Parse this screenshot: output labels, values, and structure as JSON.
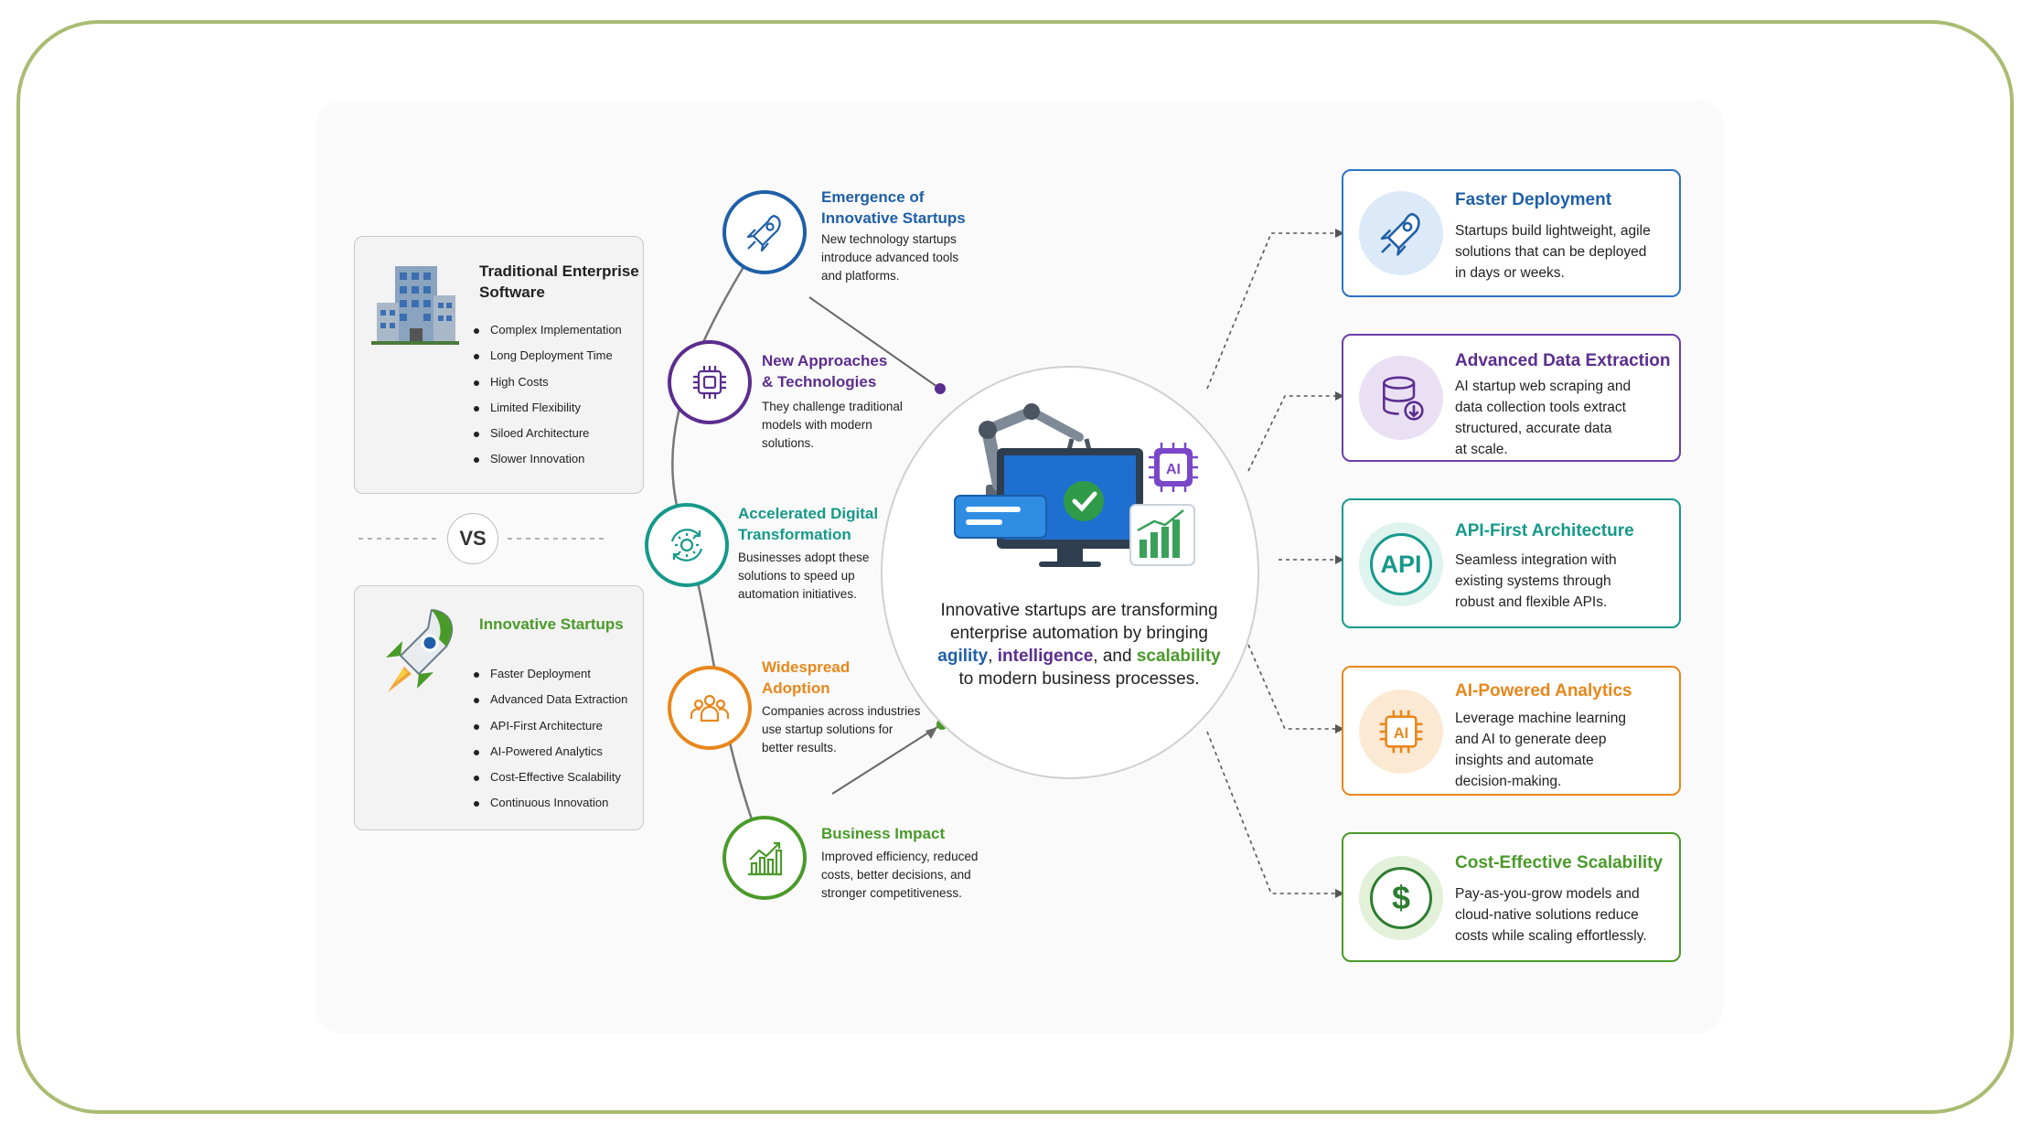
{
  "left": {
    "traditional": {
      "title": "Traditional Enterprise Software",
      "items": [
        "Complex Implementation",
        "Long Deployment Time",
        "High Costs",
        "Limited Flexibility",
        "Siloed Architecture",
        "Slower Innovation"
      ]
    },
    "vs_label": "VS",
    "startups": {
      "title": "Innovative Startups",
      "items": [
        "Faster Deployment",
        "Advanced Data Extraction",
        "API-First Architecture",
        "AI-Powered Analytics",
        "Cost-Effective Scalability",
        "Continuous Innovation"
      ]
    }
  },
  "steps": [
    {
      "title_line1": "Emergence of",
      "title_line2": "Innovative Startups",
      "desc": [
        "New technology startups",
        "introduce advanced tools",
        "and platforms."
      ],
      "color": "#1f5fa8",
      "icon": "rocket-icon"
    },
    {
      "title_line1": "New Approaches",
      "title_line2": "& Technologies",
      "desc": [
        "They challenge traditional",
        "models with modern",
        "solutions."
      ],
      "color": "#5b2d8e",
      "icon": "chip-icon"
    },
    {
      "title_line1": "Accelerated Digital",
      "title_line2": "Transformation",
      "desc": [
        "Businesses adopt these",
        "solutions to speed up",
        "automation initiatives."
      ],
      "color": "#16998a",
      "icon": "gear-cycle-icon"
    },
    {
      "title_line1": "Widespread",
      "title_line2": "Adoption",
      "desc": [
        "Companies across industries",
        "use startup solutions for",
        "better results."
      ],
      "color": "#e8871c",
      "icon": "people-icon"
    },
    {
      "title_line1": "Business Impact",
      "title_line2": "",
      "desc": [
        "Improved efficiency, reduced",
        "costs, better decisions, and",
        "stronger competitiveness."
      ],
      "color": "#4a9a2a",
      "icon": "growth-chart-icon"
    }
  ],
  "center": {
    "line1": "Innovative startups are transforming",
    "line2": "enterprise automation by bringing",
    "w_agility": "agility",
    "w_intelligence": "intelligence",
    "w_and": ", and",
    "w_scalability": "scalability",
    "line4": "to modern business processes.",
    "ai_badge": "AI",
    "colors": {
      "agility": "#1f5fa8",
      "intelligence": "#5b2d8e",
      "scalability": "#4a9a2a"
    }
  },
  "features": [
    {
      "title": "Faster Deployment",
      "desc": [
        "Startups build lightweight, agile",
        "solutions that can be deployed",
        "in days or weeks."
      ],
      "color": "#1f5fa8",
      "icon": "rocket-icon"
    },
    {
      "title": "Advanced Data Extraction",
      "desc": [
        "AI startup web scraping and",
        "data collection tools extract",
        "structured, accurate data",
        "at scale."
      ],
      "color": "#5b2d8e",
      "icon": "database-download-icon"
    },
    {
      "title": "API-First Architecture",
      "desc": [
        "Seamless integration with",
        "existing systems through",
        "robust and flexible APIs."
      ],
      "color": "#16998a",
      "icon": "api-icon",
      "icon_text": "API"
    },
    {
      "title": "AI-Powered Analytics",
      "desc": [
        "Leverage machine learning",
        "and AI to generate deep",
        "insights and automate",
        "decision-making."
      ],
      "color": "#e8871c",
      "icon": "ai-chip-icon",
      "icon_text": "AI"
    },
    {
      "title": "Cost-Effective Scalability",
      "desc": [
        "Pay-as-you-grow models and",
        "cloud-native solutions reduce",
        "costs while scaling effortlessly."
      ],
      "color": "#4a9a2a",
      "icon": "dollar-icon",
      "icon_text": "$"
    }
  ]
}
